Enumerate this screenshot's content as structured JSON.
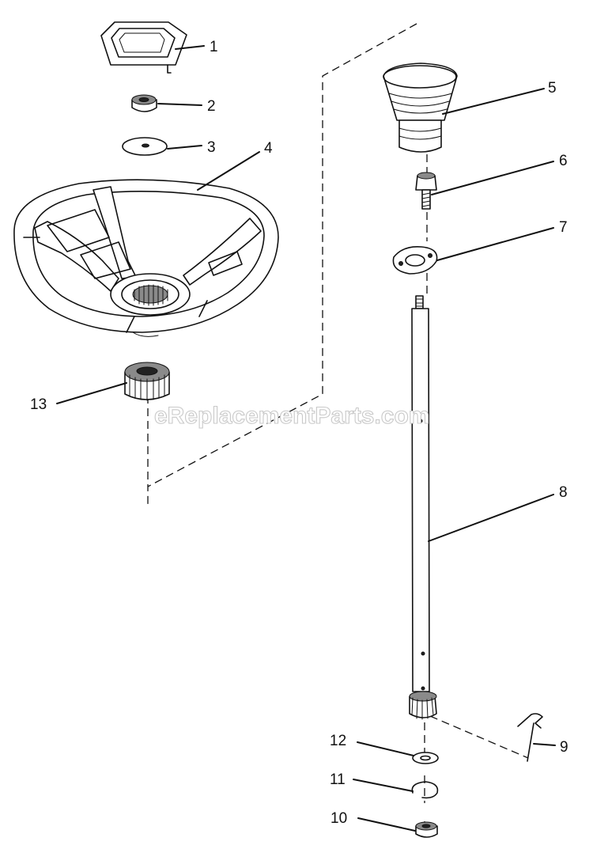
{
  "diagram": {
    "watermark": "eReplacementParts.com",
    "parts": [
      {
        "num": "1"
      },
      {
        "num": "2"
      },
      {
        "num": "3"
      },
      {
        "num": "4"
      },
      {
        "num": "5"
      },
      {
        "num": "6"
      },
      {
        "num": "7"
      },
      {
        "num": "8"
      },
      {
        "num": "9"
      },
      {
        "num": "10"
      },
      {
        "num": "11"
      },
      {
        "num": "12"
      },
      {
        "num": "13"
      }
    ]
  }
}
